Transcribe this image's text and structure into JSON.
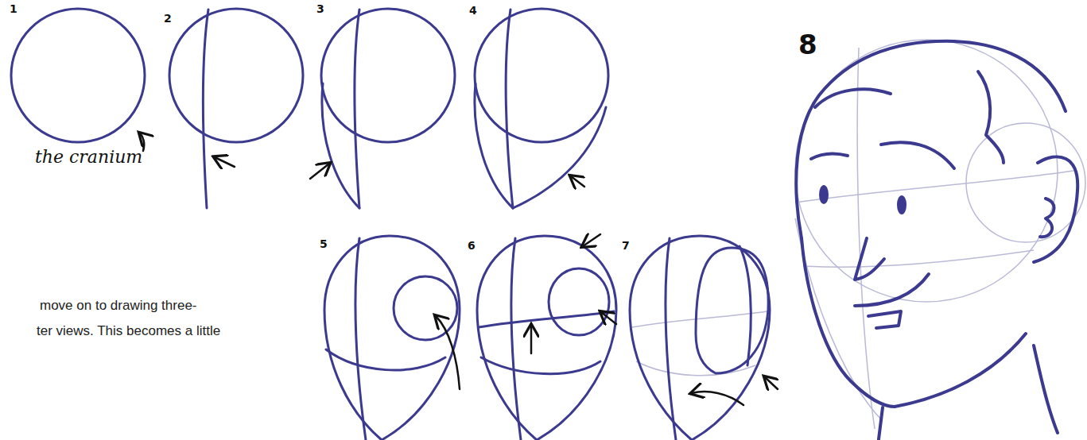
{
  "diagram": {
    "labels": [
      "1",
      "the cranium",
      "2",
      "3",
      "4",
      "5",
      "6",
      "7",
      "8",
      "move on to drawing three-",
      "ter views. This becomes a little"
    ]
  }
}
